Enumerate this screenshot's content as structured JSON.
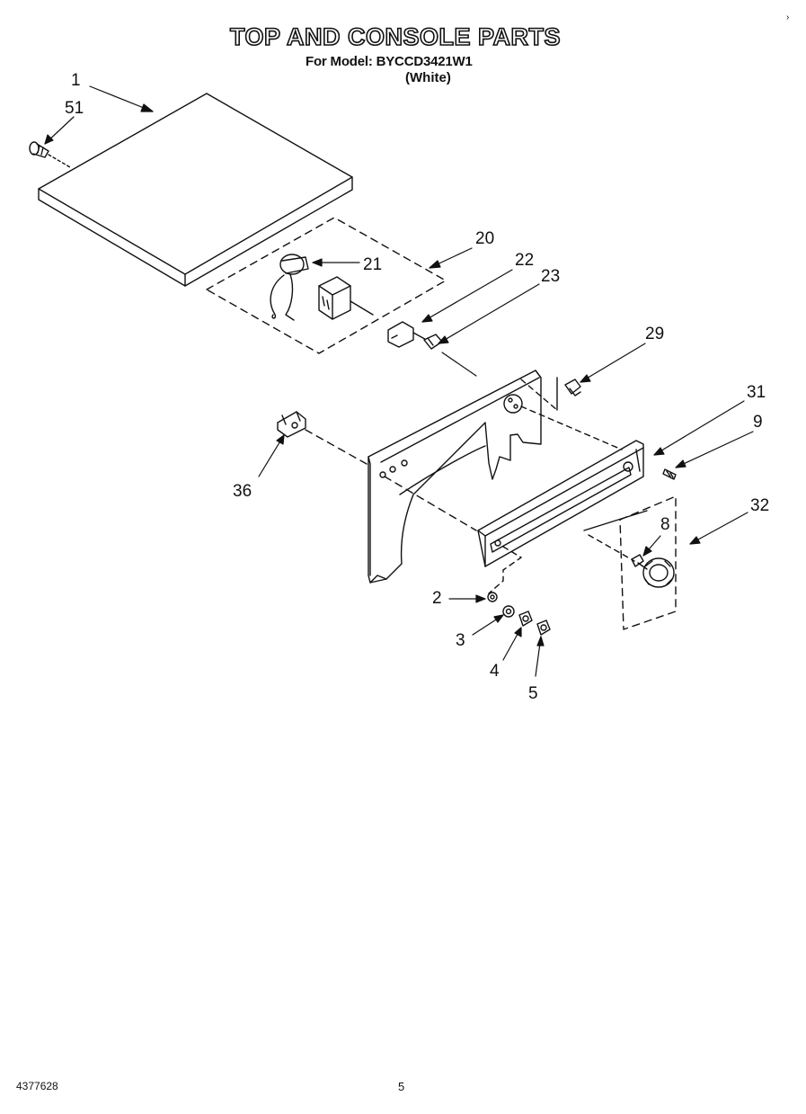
{
  "header": {
    "title": "TOP AND CONSOLE PARTS",
    "model_line": "For Model: BYCCD3421W1",
    "color_line": "(White)"
  },
  "callouts": [
    "1",
    "51",
    "20",
    "21",
    "22",
    "23",
    "29",
    "31",
    "9",
    "32",
    "8",
    "36",
    "2",
    "3",
    "4",
    "5"
  ],
  "footer": {
    "part_number": "4377628",
    "page_number": "5"
  },
  "colors": {
    "ink": "#111111",
    "paper": "#ffffff"
  }
}
